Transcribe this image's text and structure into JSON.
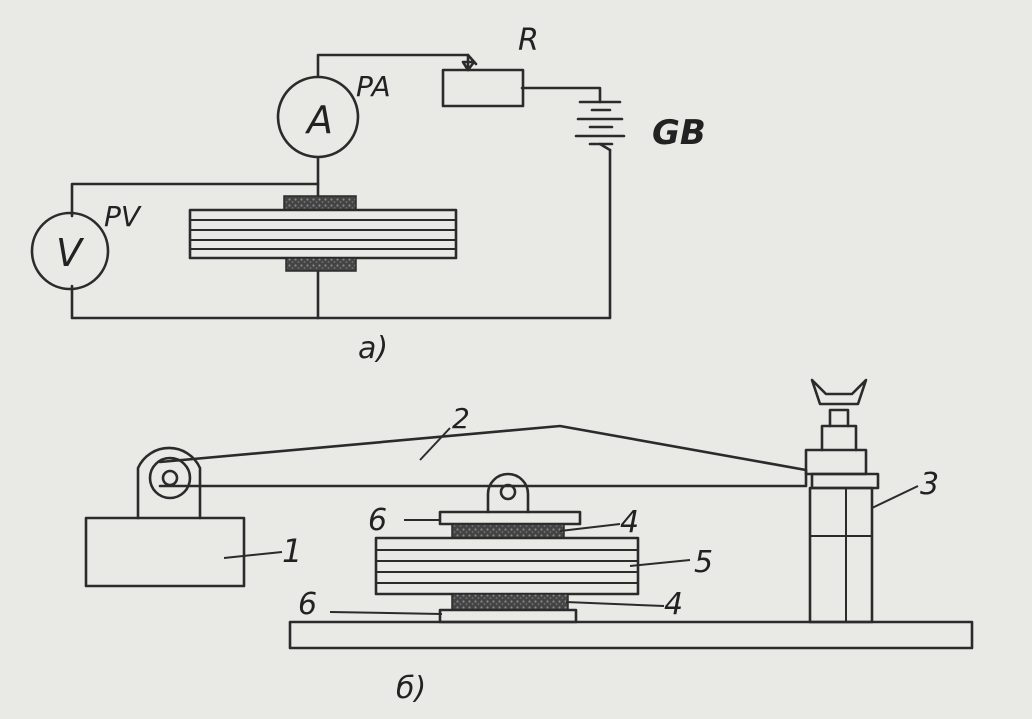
{
  "circuit": {
    "caption": "а)",
    "ammeter": {
      "symbol": "A",
      "designation": "PA"
    },
    "voltmeter": {
      "symbol": "V",
      "designation": "PV"
    },
    "rheostat": {
      "designation": "R"
    },
    "battery": {
      "designation": "GB"
    }
  },
  "fixture": {
    "caption": "б)",
    "callouts": [
      "1",
      "2",
      "3",
      "4",
      "5",
      "6"
    ],
    "callout_labels": {
      "weight": "1",
      "lever": "2",
      "stand": "3",
      "pad_top": "4",
      "pack": "5",
      "plate_top": "6",
      "pad_bottom": "4",
      "plate_bottom": "6"
    }
  },
  "colors": {
    "ink": "#2b2b2b",
    "paper": "#e9e9e6",
    "pad": "#3a3a3a"
  }
}
